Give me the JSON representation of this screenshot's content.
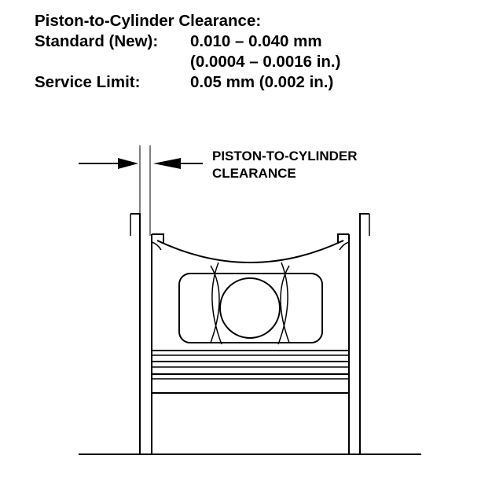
{
  "spec": {
    "title": "Piston-to-Cylinder Clearance:",
    "standard_label": "Standard (New):",
    "standard_value_mm": "0.010 – 0.040 mm",
    "standard_value_in": "(0.0004 – 0.0016 in.)",
    "service_label": "Service Limit:",
    "service_value": "0.05 mm (0.002 in.)"
  },
  "diagram": {
    "callout_line1": "PISTON-TO-CYLINDER",
    "callout_line2": "CLEARANCE"
  }
}
